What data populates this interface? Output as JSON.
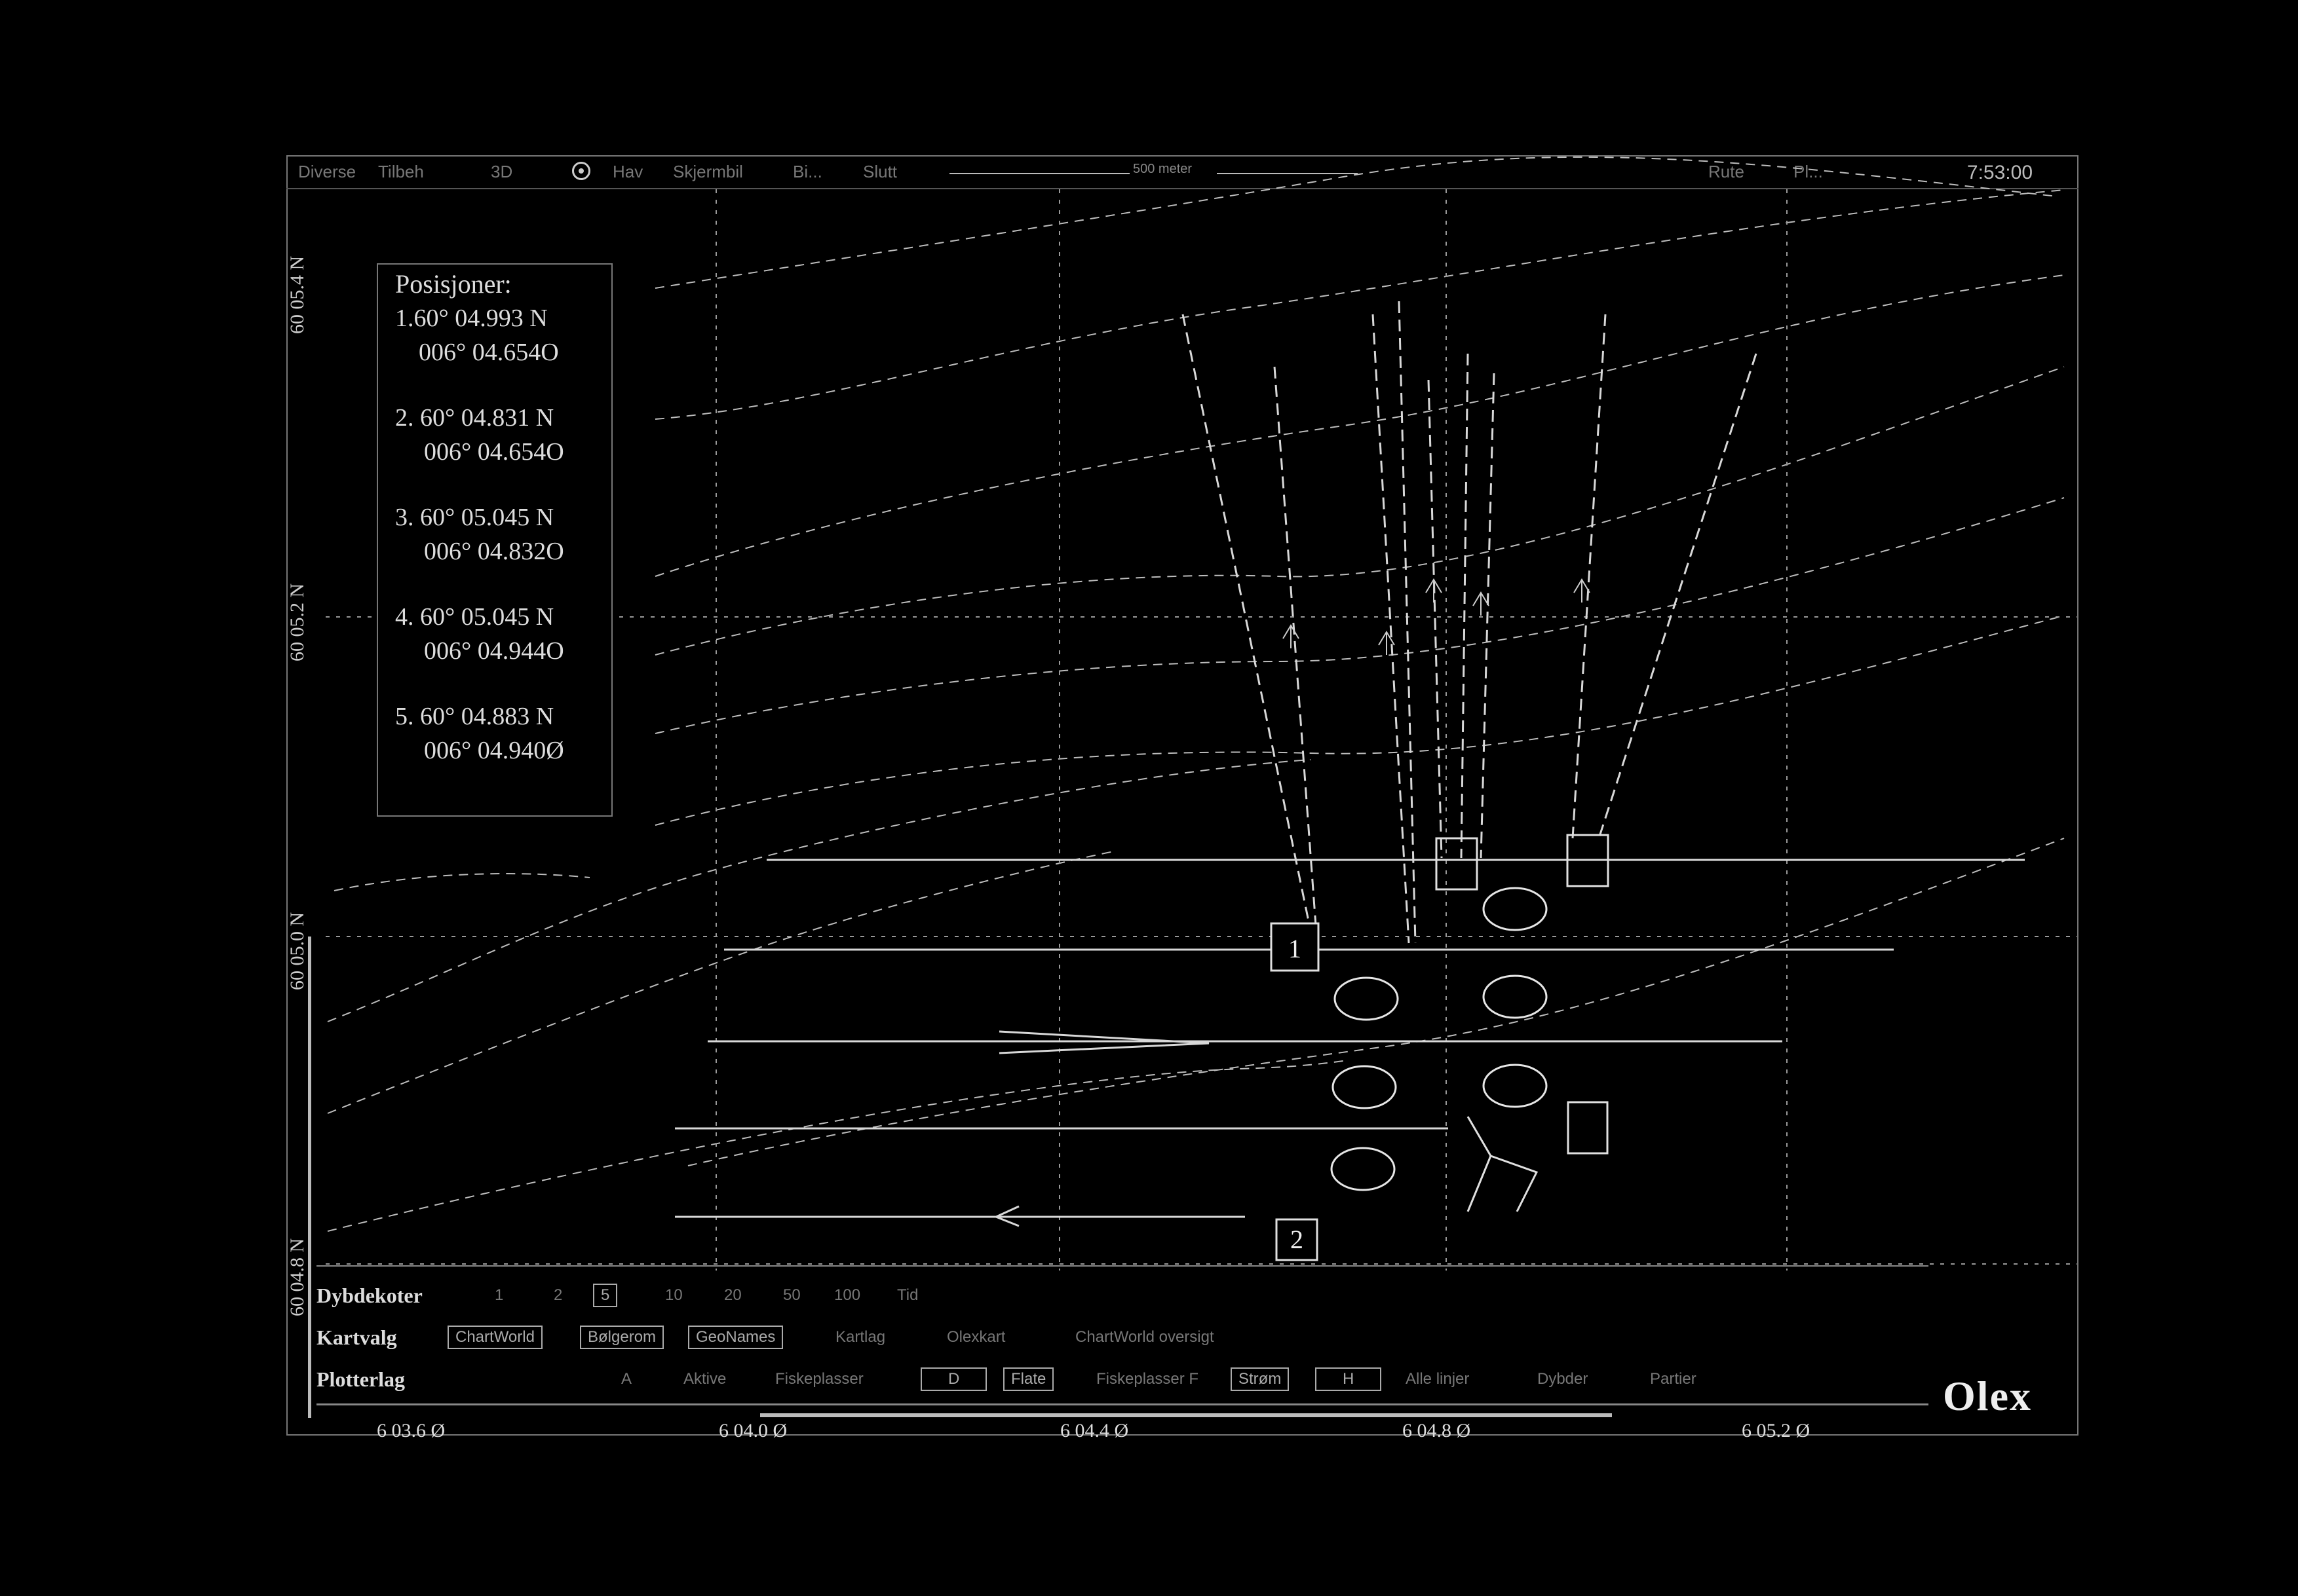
{
  "topbar": {
    "items": [
      "Diverse",
      "Tilbeh",
      "3D",
      "Hav",
      "Skjermbil",
      "Bi...",
      "Slutt",
      "Rute",
      "Pl..."
    ],
    "scale_text": "500 meter",
    "clock": "7:53:00"
  },
  "positions": {
    "title": "Posisjoner:",
    "entries": [
      {
        "n": "1.",
        "lat": "60° 04.993 N",
        "lon": "006° 04.654O"
      },
      {
        "n": "2.",
        "lat": "60° 04.831 N",
        "lon": "006° 04.654O"
      },
      {
        "n": "3.",
        "lat": "60° 05.045 N",
        "lon": "006° 04.832O"
      },
      {
        "n": "4.",
        "lat": "60° 05.045 N",
        "lon": "006° 04.944O"
      },
      {
        "n": "5.",
        "lat": "60° 04.883 N",
        "lon": "006° 04.940Ø"
      }
    ]
  },
  "lat_scale": [
    "60 05.4 N",
    "60 05.2 N",
    "60 05.0 N",
    "60 04.8 N"
  ],
  "lon_scale": [
    "6 03.6 Ø",
    "6 04.0 Ø",
    "6 04.4 Ø",
    "6 04.8 Ø",
    "6 05.2 Ø"
  ],
  "map_markers": {
    "box1": "1",
    "box2": "2"
  },
  "depth_contours": {
    "label": "Dybdekoter",
    "options": [
      "1",
      "2",
      "5",
      "10",
      "20",
      "50",
      "100",
      "Tid"
    ],
    "selected": "5"
  },
  "chart_select": {
    "label": "Kartvalg",
    "options": [
      "ChartWorld",
      "Bølgerom",
      "GeoNames",
      "Kartlag",
      "Olexkart",
      "ChartWorld oversigt"
    ]
  },
  "plotter_layer": {
    "label": "Plotterlag",
    "options": [
      "A",
      "Aktive",
      "Fiskeplasser",
      "D",
      "Flate",
      "Fiskeplasser F",
      "Strøm",
      "H",
      "Alle linjer",
      "Dybder",
      "Partier"
    ]
  },
  "logo": "Olex",
  "colors": {
    "background": "#000000",
    "line": "#cfcfcf",
    "frame": "#777777"
  }
}
